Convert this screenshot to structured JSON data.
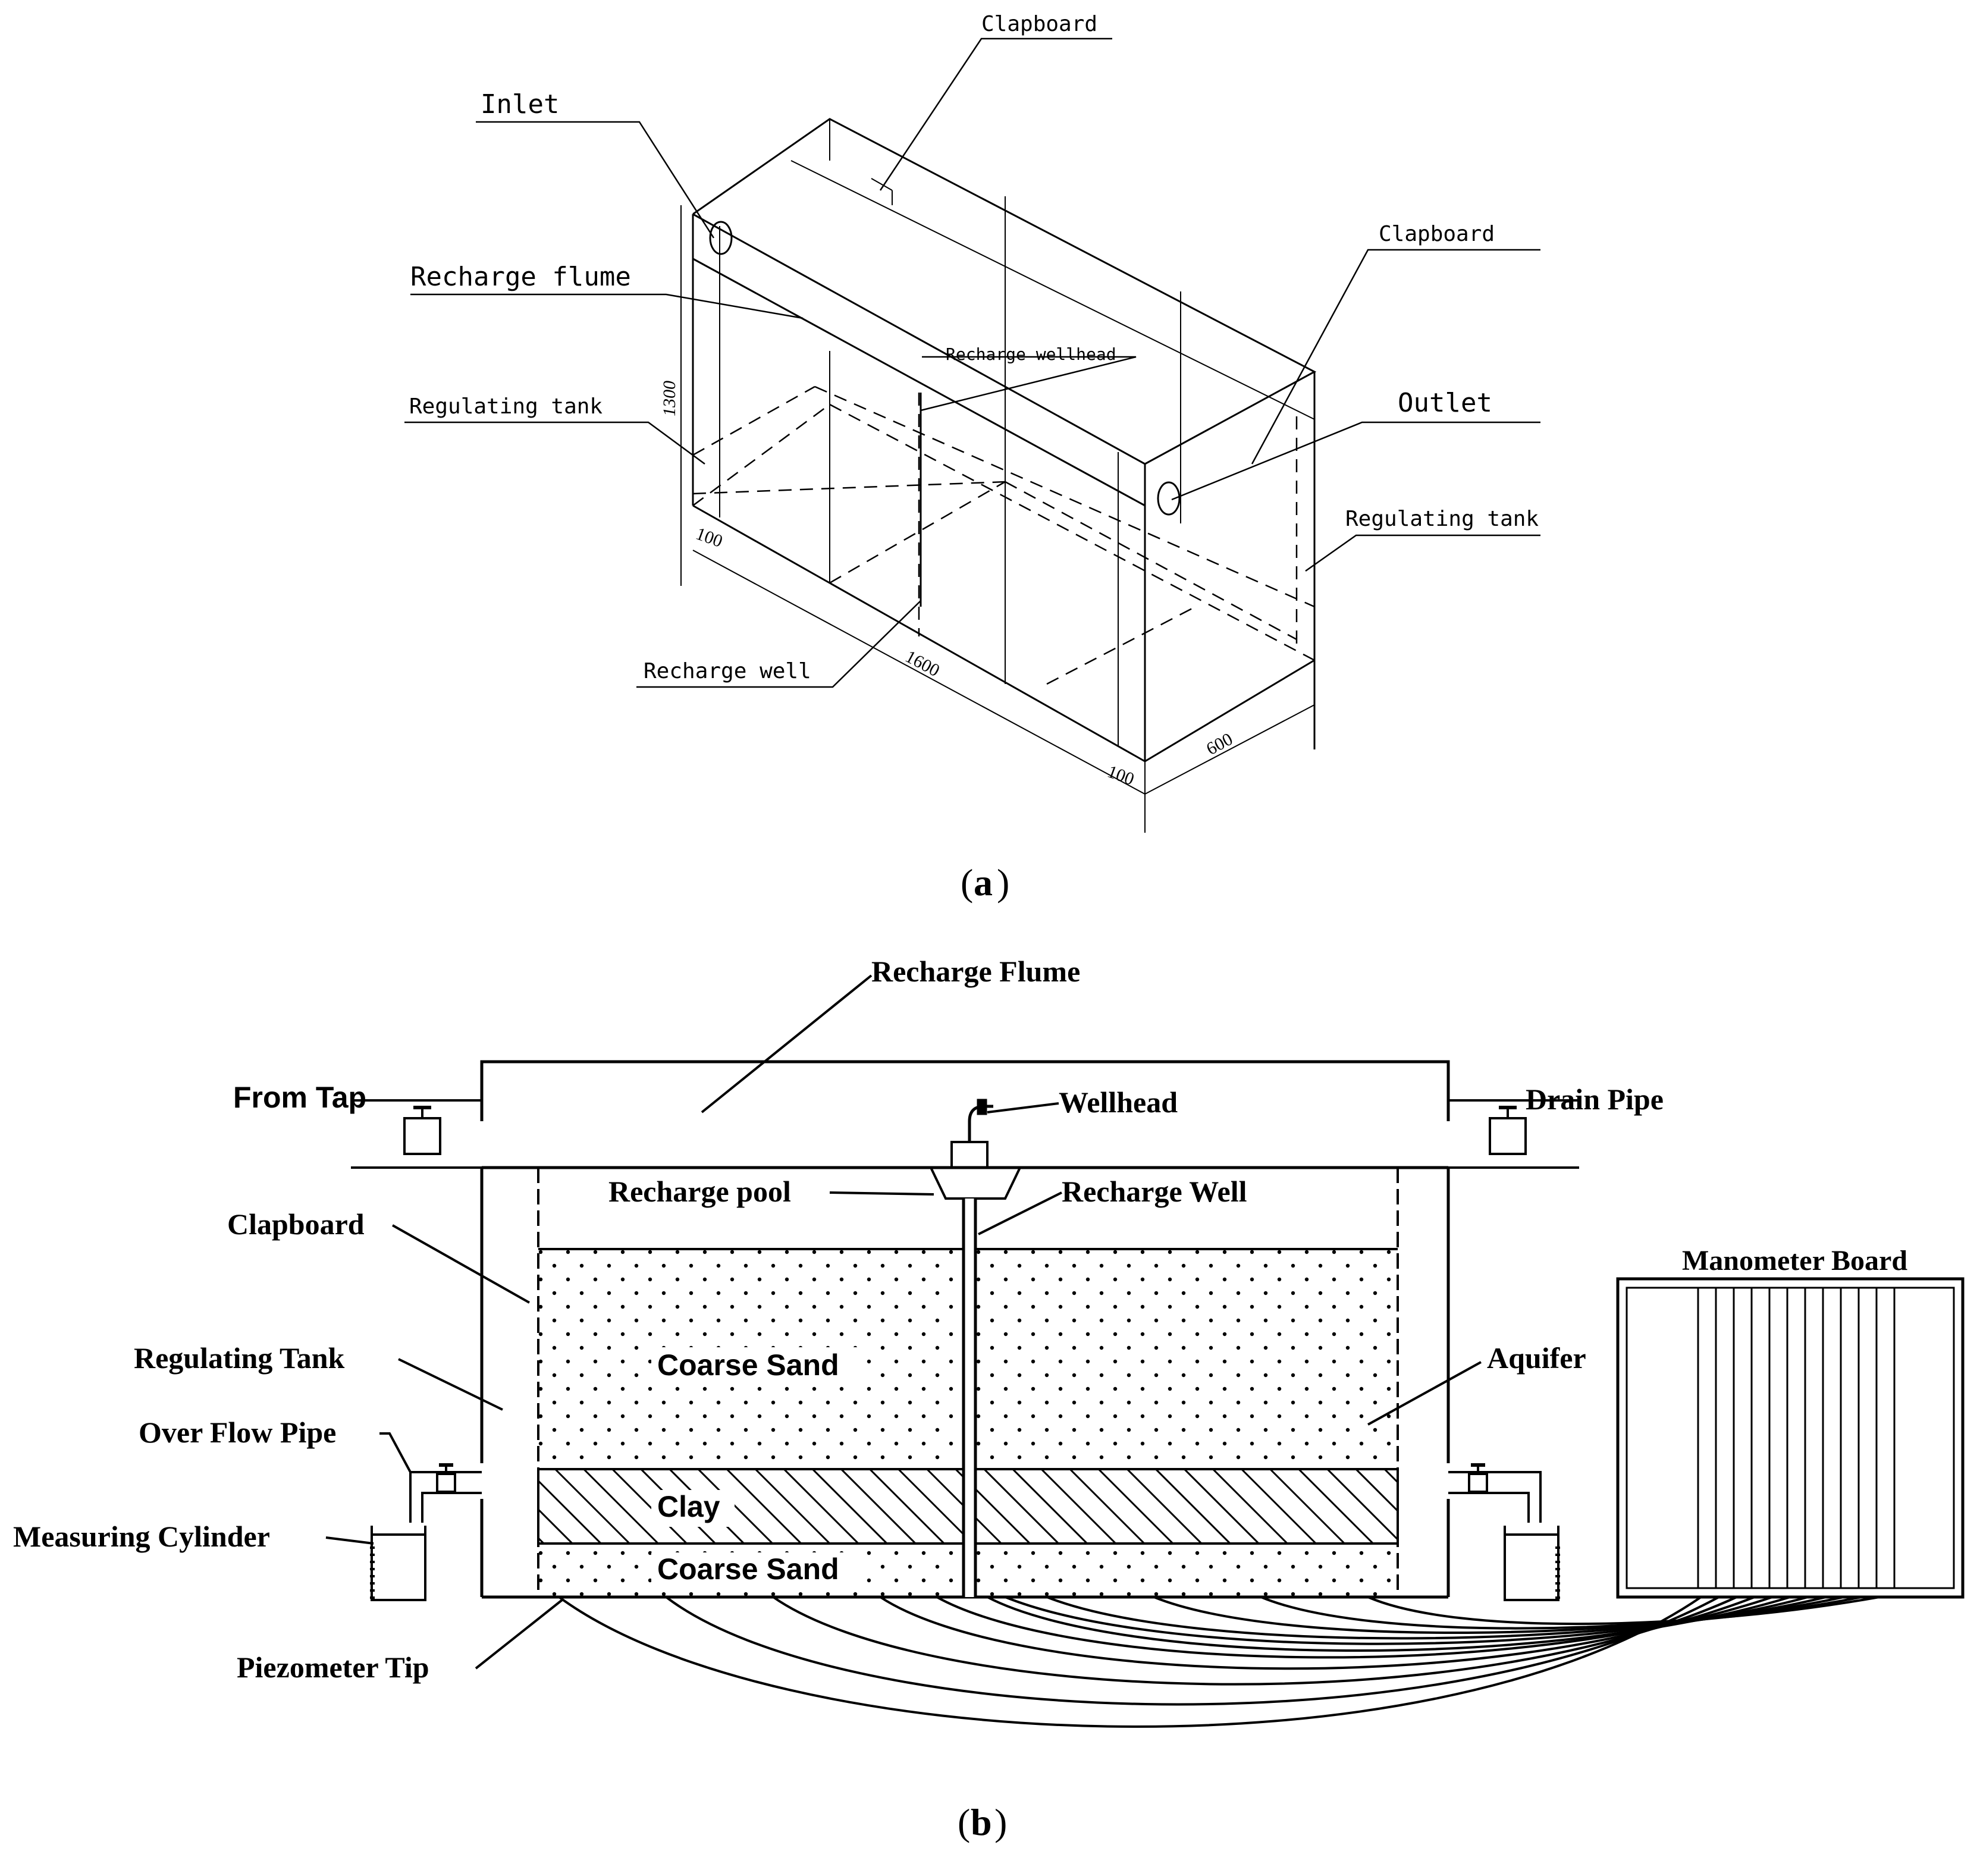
{
  "panel_a": {
    "caption_letter": "a",
    "labels": {
      "clapboard_top": "Clapboard",
      "inlet": "Inlet",
      "recharge_flume": "Recharge flume",
      "regulating_tank_left": "Regulating tank",
      "recharge_wellhead": "Recharge wellhead",
      "clapboard_right": "Clapboard",
      "outlet": "Outlet",
      "regulating_tank_right": "Regulating tank",
      "recharge_well": "Recharge well"
    },
    "dimensions": {
      "height": "1300",
      "length": "1600",
      "width": "600",
      "left_offset": "100",
      "right_offset": "100"
    }
  },
  "panel_b": {
    "caption_letter": "b",
    "labels": {
      "recharge_flume": "Recharge Flume",
      "from_tap": "From Tap",
      "wellhead": "Wellhead",
      "drain_pipe": "Drain Pipe",
      "recharge_pool": "Recharge pool",
      "recharge_well": "Recharge Well",
      "clapboard": "Clapboard",
      "manometer_board": "Manometer Board",
      "regulating_tank": "Regulating Tank",
      "aquifer": "Aquifer",
      "over_flow_pipe": "Over Flow Pipe",
      "measuring_cylinder": "Measuring Cylinder",
      "piezometer_tip": "Piezometer Tip"
    },
    "layers": {
      "coarse_sand_top": "Coarse Sand",
      "clay": "Clay",
      "coarse_sand_bottom": "Coarse Sand"
    }
  }
}
